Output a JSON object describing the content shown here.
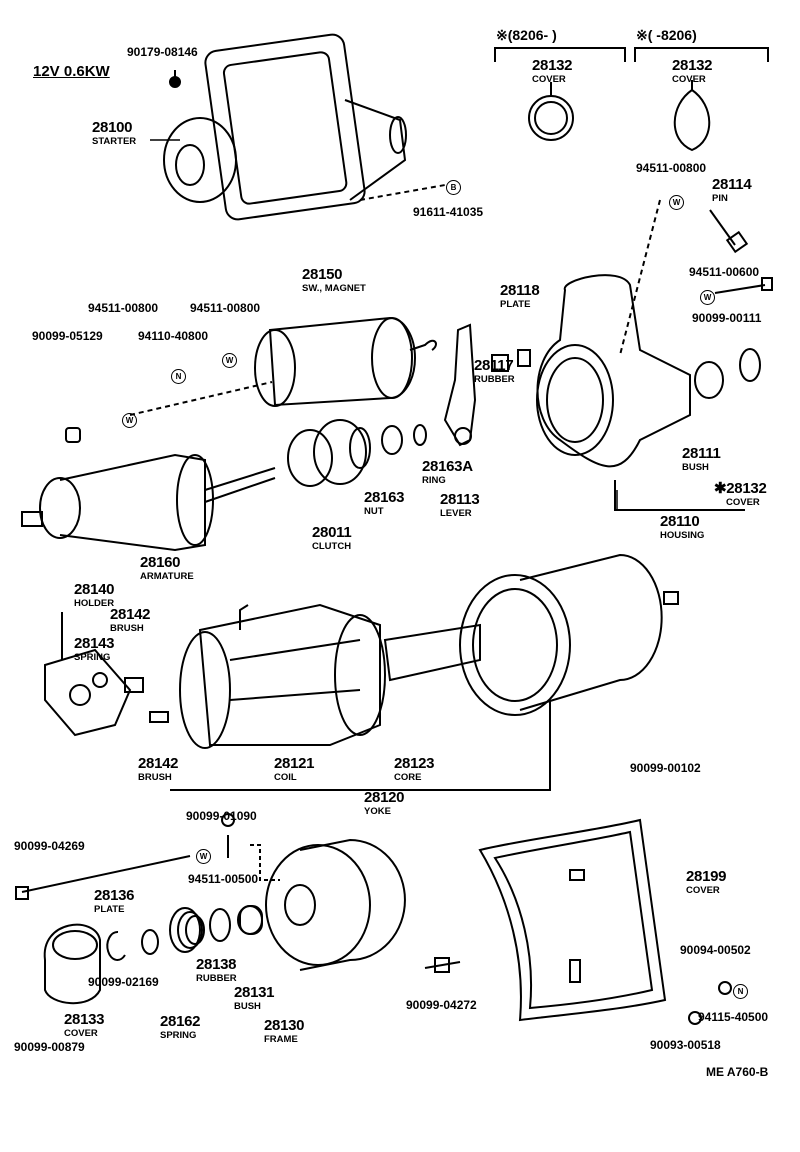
{
  "spec": "12V 0.6KW",
  "code": "ME A760-B",
  "headers": {
    "left": "※(8206-      )",
    "right": "※(      -8206)"
  },
  "markers": {
    "B": "B",
    "W": "W",
    "N": "N"
  },
  "parts": {
    "p90179_08146": "90179-08146",
    "starter": {
      "num": "28100",
      "name": "STARTER"
    },
    "p91611_41035": "91611-41035",
    "cover_a": {
      "num": "28132",
      "name": "COVER"
    },
    "cover_b": {
      "num": "28132",
      "name": "COVER"
    },
    "p94511_00800_r": "94511-00800",
    "pin": {
      "num": "28114",
      "name": "PIN"
    },
    "p94511_00600": "94511-00600",
    "p90099_00111": "90099-00111",
    "magnet": {
      "num": "28150",
      "name": "SW., MAGNET"
    },
    "p94511_00800_a": "94511-00800",
    "p94511_00800_b": "94511-00800",
    "plate_top": {
      "num": "28118",
      "name": "PLATE"
    },
    "p90099_05129": "90099-05129",
    "p94110_40800": "94110-40800",
    "rubber_top": {
      "num": "28117",
      "name": "RUBBER"
    },
    "bush_top": {
      "num": "28111",
      "name": "BUSH"
    },
    "ring": {
      "num": "28163A",
      "name": "RING"
    },
    "cover_star": {
      "num": "✱28132",
      "name": "COVER"
    },
    "nut": {
      "num": "28163",
      "name": "NUT"
    },
    "lever": {
      "num": "28113",
      "name": "LEVER"
    },
    "housing": {
      "num": "28110",
      "name": "HOUSING"
    },
    "clutch": {
      "num": "28011",
      "name": "CLUTCH"
    },
    "armature": {
      "num": "28160",
      "name": "ARMATURE"
    },
    "holder": {
      "num": "28140",
      "name": "HOLDER"
    },
    "brush_a": {
      "num": "28142",
      "name": "BRUSH"
    },
    "spring_a": {
      "num": "28143",
      "name": "SPRING"
    },
    "brush_b": {
      "num": "28142",
      "name": "BRUSH"
    },
    "coil": {
      "num": "28121",
      "name": "COIL"
    },
    "core": {
      "num": "28123",
      "name": "CORE"
    },
    "p90099_00102": "90099-00102",
    "yoke": {
      "num": "28120",
      "name": "YOKE"
    },
    "p90099_01090": "90099-01090",
    "p90099_04269": "90099-04269",
    "p94511_00500": "94511-00500",
    "plate_bot": {
      "num": "28136",
      "name": "PLATE"
    },
    "cover_big": {
      "num": "28199",
      "name": "COVER"
    },
    "rubber_bot": {
      "num": "28138",
      "name": "RUBBER"
    },
    "p90099_02169": "90099-02169",
    "p90094_00502": "90094-00502",
    "bush_bot": {
      "num": "28131",
      "name": "BUSH"
    },
    "p90099_04272": "90099-04272",
    "p94115_40500": "94115-40500",
    "cover_bot": {
      "num": "28133",
      "name": "COVER"
    },
    "spring_bot": {
      "num": "28162",
      "name": "SPRING"
    },
    "frame": {
      "num": "28130",
      "name": "FRAME"
    },
    "p90099_00879": "90099-00879",
    "p90093_00518": "90093-00518"
  }
}
